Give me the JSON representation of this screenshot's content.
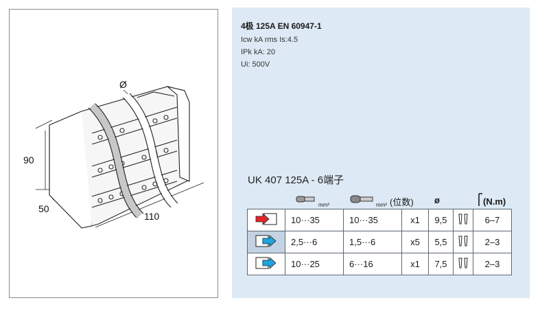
{
  "drawing": {
    "diameter_symbol": "Ø",
    "dim_height": "90",
    "dim_depth": "50",
    "dim_width": "110"
  },
  "specs": {
    "title": "4极 125A  EN 60947-1",
    "lines": [
      "Icw kA rms Is:4.5",
      "IPk kA: 20",
      "Ui: 500V"
    ]
  },
  "model": "UK 407 125A - 6端子",
  "table": {
    "headers": {
      "unit_a": "mm²",
      "unit_b": "mm²",
      "positions": "(位数)",
      "diameter": "ø",
      "torque": "(N.m)"
    },
    "rows": [
      {
        "arrow": "red",
        "range_a": "10···35",
        "range_b": "10···35",
        "count": "x1",
        "diameter": "9,5",
        "torque": "6–7"
      },
      {
        "arrow": "blue",
        "range_a": "2,5···6",
        "range_b": "1,5···6",
        "count": "x5",
        "diameter": "5,5",
        "torque": "2–3"
      },
      {
        "arrow": "blue",
        "range_a": "10···25",
        "range_b": "6···16",
        "count": "x1",
        "diameter": "7,5",
        "torque": "2–3"
      }
    ]
  },
  "colors": {
    "panel_bg": "#dde9f4",
    "arrow_red": "#e3262b",
    "arrow_blue": "#1fa3dd",
    "row_highlight": "#c3d3e3"
  },
  "icons": [
    "ferrule-icon",
    "ferrule-insulated-icon",
    "screwdriver-icon",
    "torque-icon",
    "arrow-in-icon"
  ]
}
